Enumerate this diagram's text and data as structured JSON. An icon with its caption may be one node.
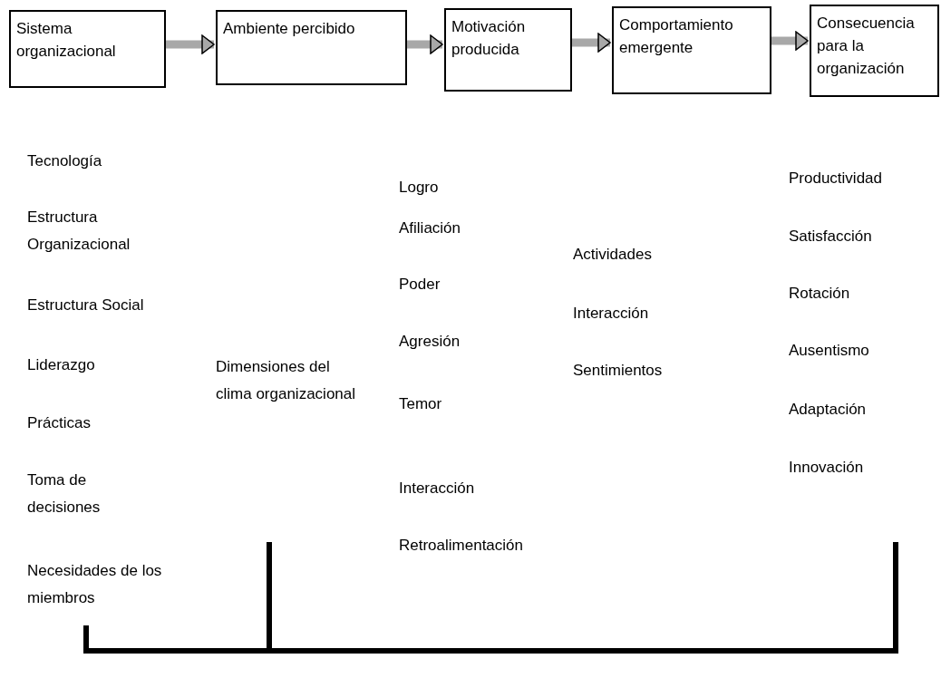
{
  "diagram": {
    "nodes": [
      {
        "text": [
          "Sistema organizacional"
        ]
      },
      {
        "text": [
          "Ambiente percibido"
        ]
      },
      {
        "text": [
          "Motivación producida"
        ]
      },
      {
        "text": [
          "Comportamiento emergente"
        ]
      },
      {
        "text": [
          "Consecuencia para la organización"
        ]
      }
    ],
    "edges": [
      {
        "from": 0,
        "to": 1,
        "arrow": "to"
      },
      {
        "from": 1,
        "to": 2,
        "arrow": "to"
      },
      {
        "from": 2,
        "to": 3,
        "arrow": "to"
      },
      {
        "from": 3,
        "to": 4,
        "arrow": "to"
      }
    ],
    "labels": [
      "Tecnología",
      "Estructura Organizacional",
      "Estructura Social",
      "Liderazgo",
      "Prácticas",
      "Toma de decisiones",
      "Necesidades de los miembros",
      "Dimensiones del clima organizacional",
      "Logro",
      "Afiliación",
      "Poder",
      "Agresión",
      "Temor",
      "Interacción",
      "Retroalimentación",
      "Actividades",
      "Interacción",
      "Sentimientos",
      "Productividad",
      "Satisfacción",
      "Rotación",
      "Ausentismo",
      "Adaptación",
      "Innovación"
    ]
  }
}
